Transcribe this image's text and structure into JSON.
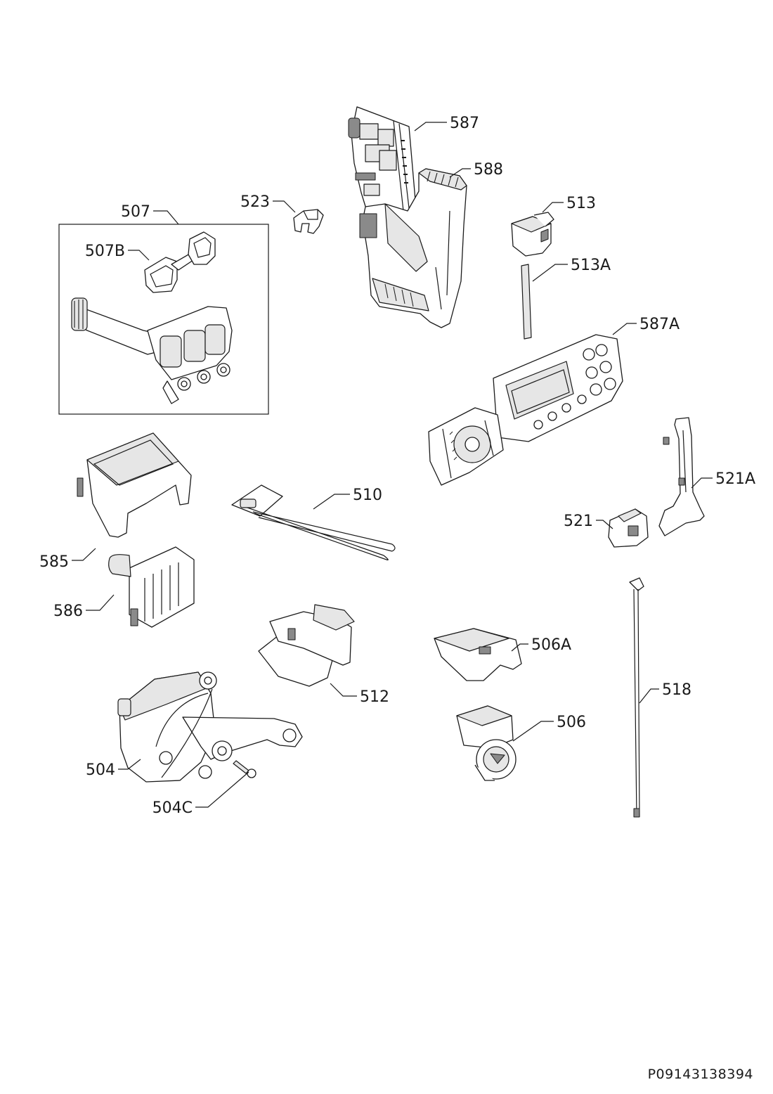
{
  "labels": {
    "l587": "587",
    "l588": "588",
    "l523": "523",
    "l507": "507",
    "l507B": "507B",
    "l513": "513",
    "l513A": "513A",
    "l587A": "587A",
    "l521A": "521A",
    "l521": "521",
    "l510": "510",
    "l585": "585",
    "l586": "586",
    "l506A": "506A",
    "l518": "518",
    "l512": "512",
    "l506": "506",
    "l504": "504",
    "l504C": "504C"
  },
  "document_code": "P09143138394",
  "colors": {
    "line": "#1a1a1a",
    "fill_light": "#e6e6e6",
    "fill_dark": "#8a8a8a"
  }
}
